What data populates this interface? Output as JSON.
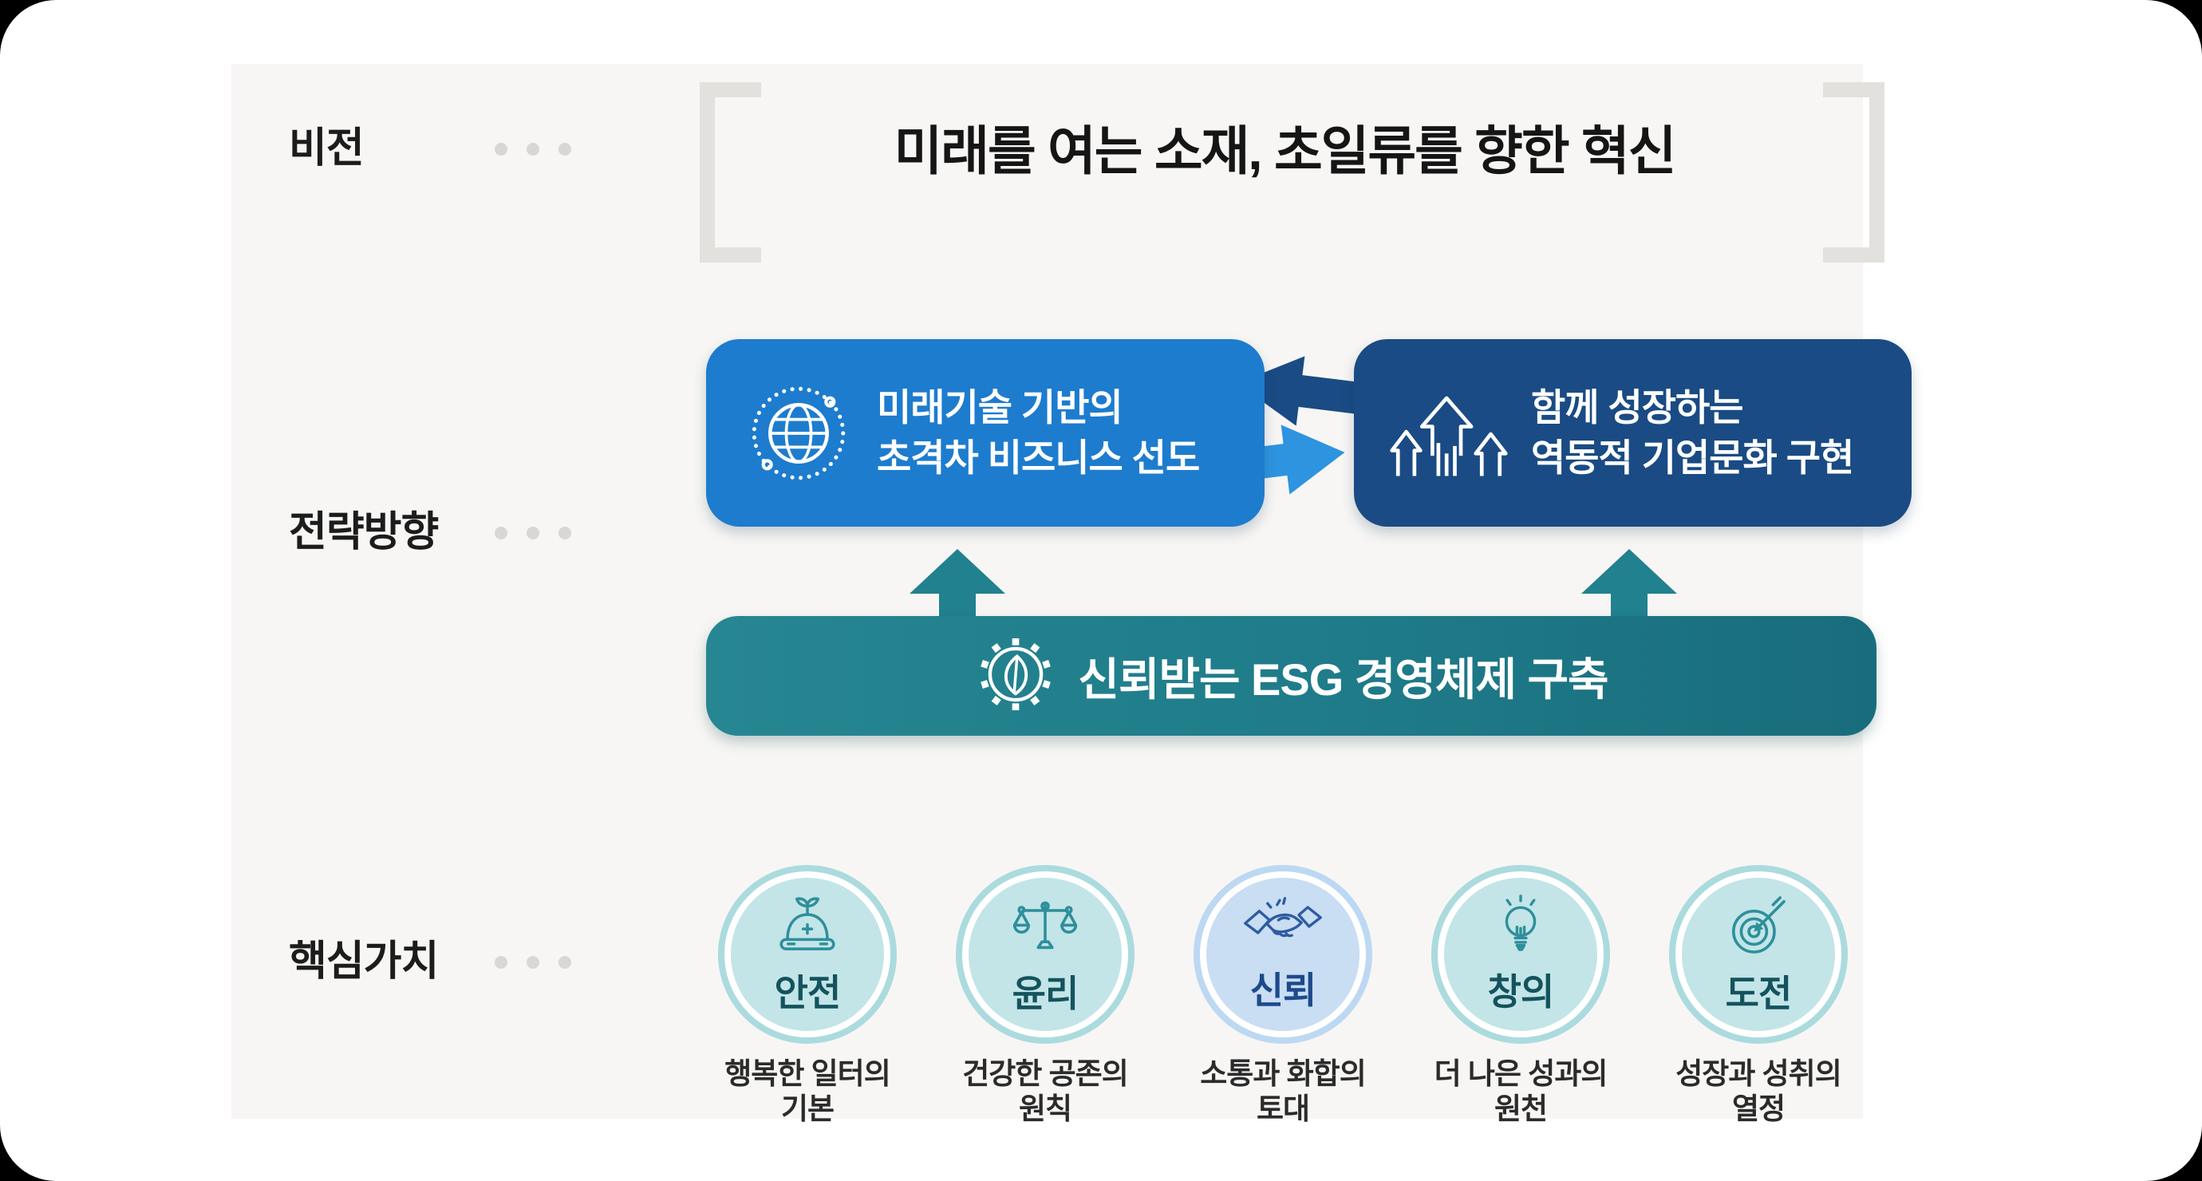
{
  "page": {
    "background_color": "#000000",
    "card_color": "#ffffff",
    "panel_color": "#f7f6f4"
  },
  "rows": {
    "vision": {
      "label": "비전"
    },
    "strategy": {
      "label": "전략방향"
    },
    "values": {
      "label": "핵심가치"
    }
  },
  "vision": {
    "title": "미래를 여는 소재, 초일류를 향한 혁신",
    "bracket_color": "#e2e1de"
  },
  "strategy": {
    "box1": {
      "line1": "미래기술 기반의",
      "line2": "초격차 비즈니스 선도",
      "color": "#1d7cce",
      "icon": "globe-icon"
    },
    "box2": {
      "line1": "함께 성장하는",
      "line2": "역동적 기업문화 구현",
      "color": "#1a4b84",
      "icon": "growth-arrows-icon"
    },
    "exchange_arrows": {
      "dark_color": "#1a4b84",
      "light_color": "#2e94df"
    }
  },
  "esg": {
    "label": "신뢰받는 ESG 경영체제 구축",
    "color": "#20808d",
    "icon": "gear-leaf-icon",
    "up_arrow_color": "#21818e"
  },
  "values": [
    {
      "label": "안전",
      "desc_line1": "행복한 일터의",
      "desc_line2": "기본",
      "icon": "safety-helmet-sprout-icon",
      "theme": "teal",
      "fill": "#c3e5e7",
      "ring": "#abdbde",
      "text_color": "#14535e"
    },
    {
      "label": "윤리",
      "desc_line1": "건강한 공존의",
      "desc_line2": "원칙",
      "icon": "balance-scale-icon",
      "theme": "teal",
      "fill": "#c3e5e7",
      "ring": "#abdbde",
      "text_color": "#14535e"
    },
    {
      "label": "신뢰",
      "desc_line1": "소통과 화합의",
      "desc_line2": "토대",
      "icon": "handshake-icon",
      "theme": "blue",
      "fill": "#c9ddf3",
      "ring": "#bdd8f2",
      "text_color": "#1c4a8c"
    },
    {
      "label": "창의",
      "desc_line1": "더 나은 성과의",
      "desc_line2": "원천",
      "icon": "lightbulb-icon",
      "theme": "teal",
      "fill": "#c3e5e7",
      "ring": "#abdbde",
      "text_color": "#14535e"
    },
    {
      "label": "도전",
      "desc_line1": "성장과 성취의",
      "desc_line2": "열정",
      "icon": "target-arrow-icon",
      "theme": "teal",
      "fill": "#c3e5e7",
      "ring": "#abdbde",
      "text_color": "#14535e"
    }
  ]
}
